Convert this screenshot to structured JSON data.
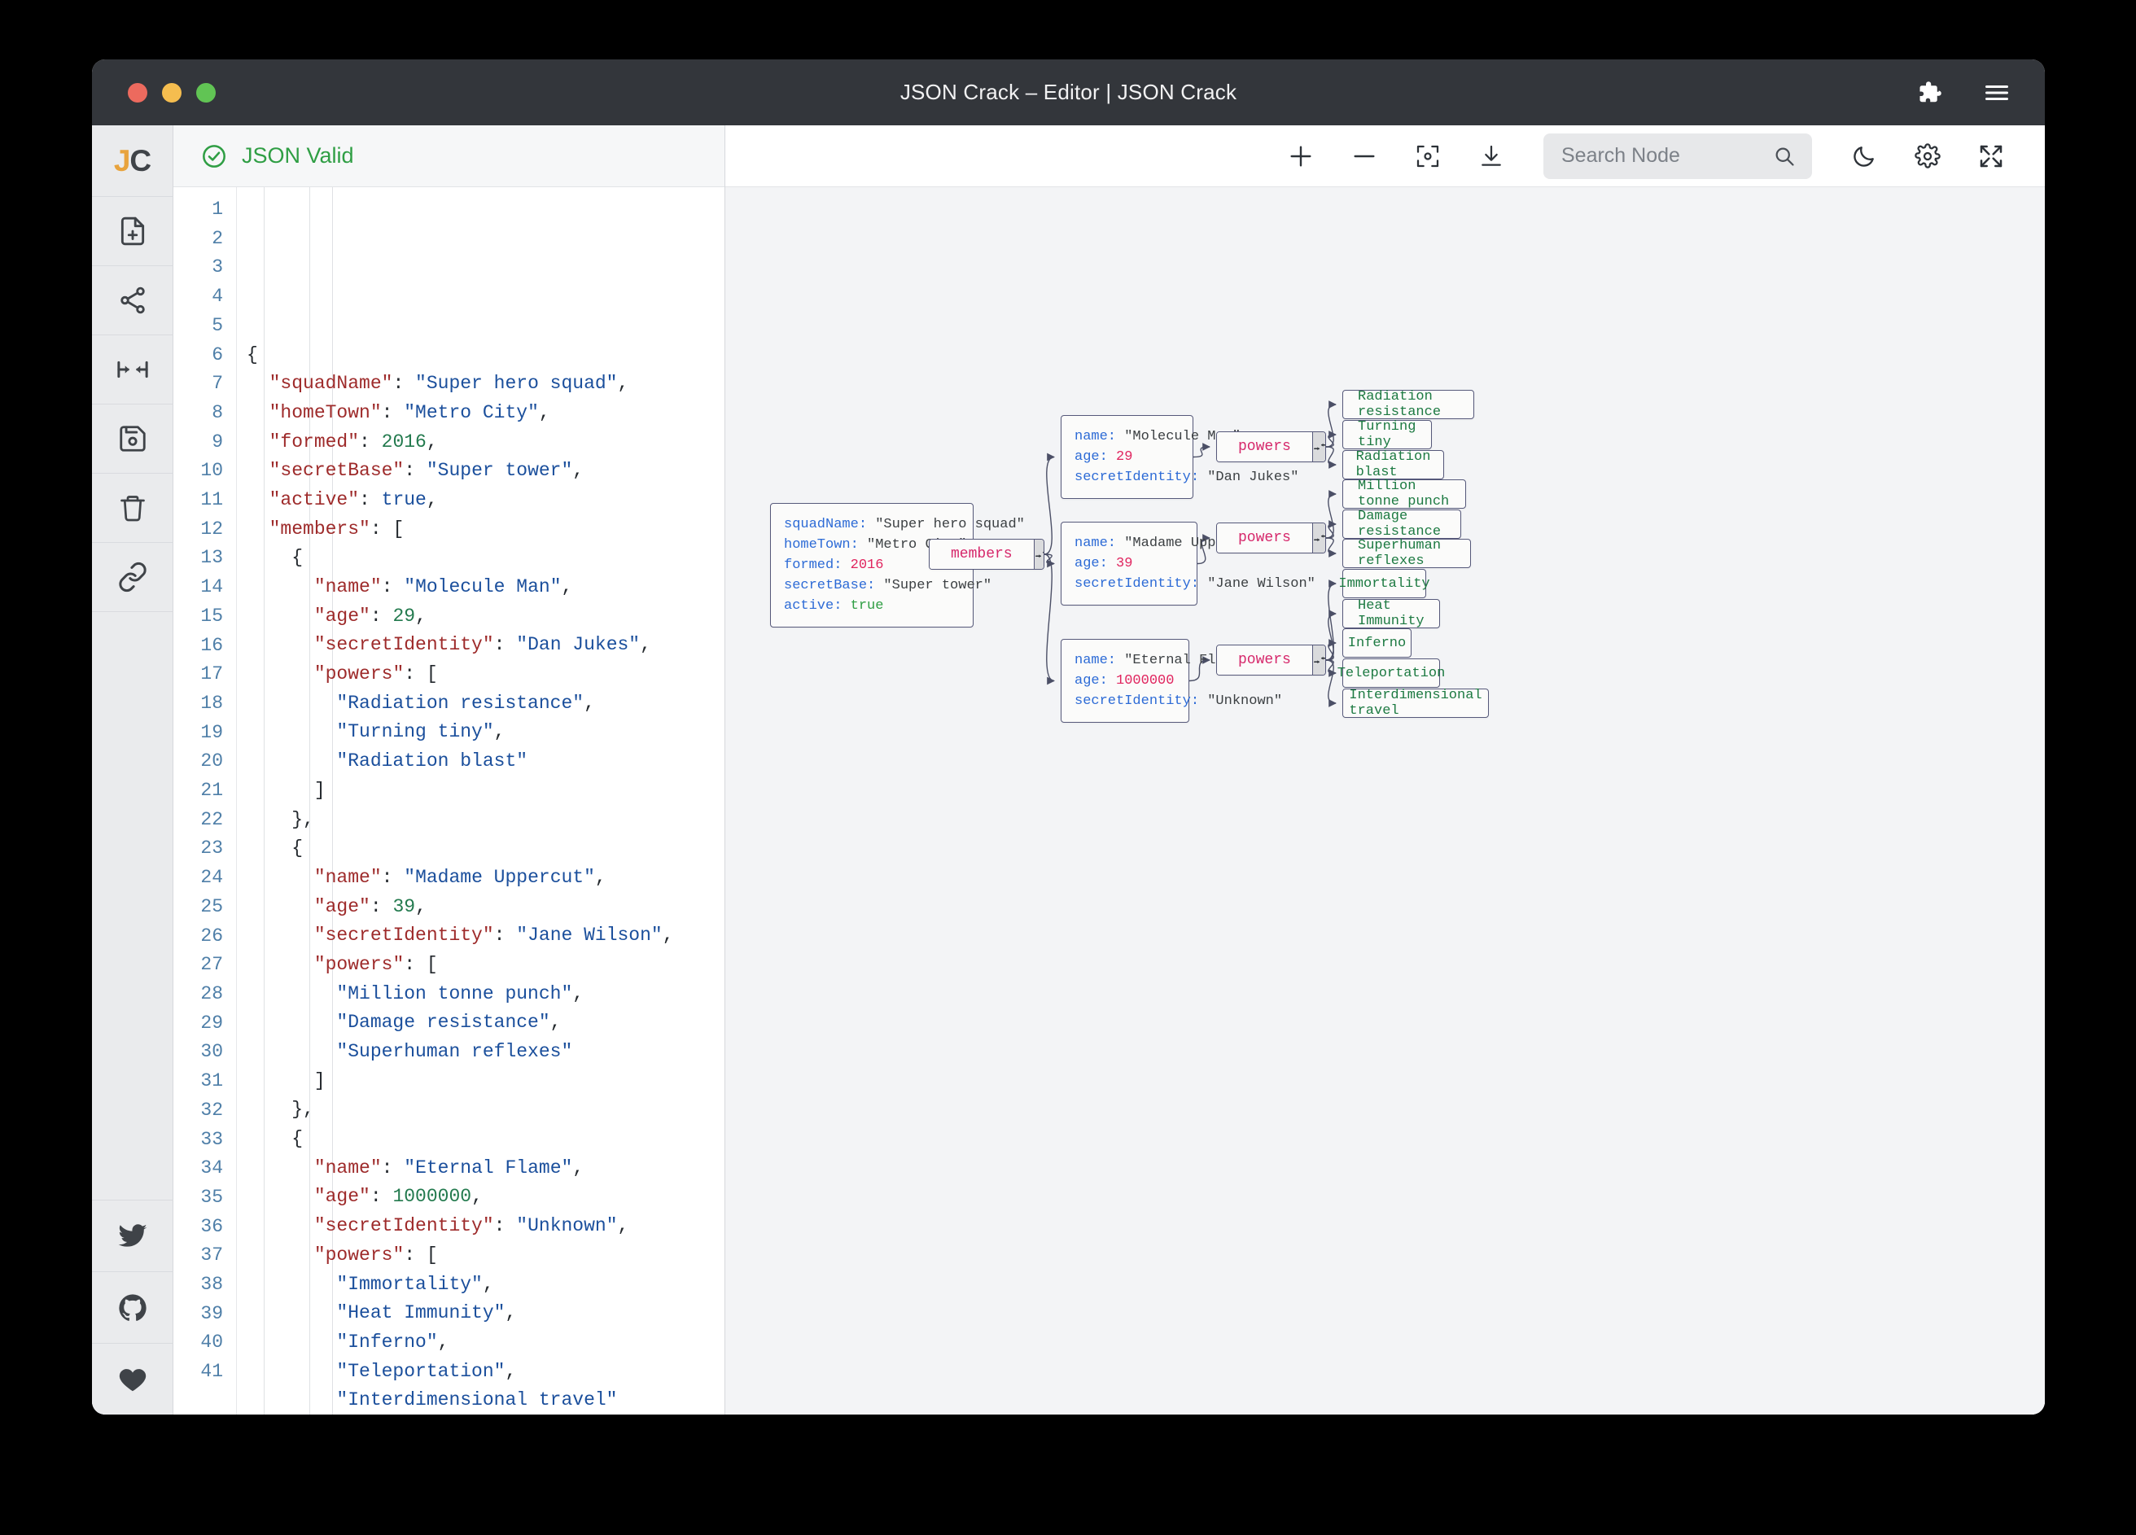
{
  "window": {
    "title": "JSON Crack – Editor | JSON Crack",
    "traffic_lights": [
      "close-button",
      "minimize-button",
      "maximize-button"
    ],
    "right_icons": [
      "puzzle-icon",
      "hamburger-menu-icon"
    ]
  },
  "rail": {
    "logo_j": "J",
    "logo_c": "C",
    "items": [
      {
        "name": "new-document-icon",
        "label": "New Document"
      },
      {
        "name": "share-graph-icon",
        "label": "Share"
      },
      {
        "name": "collapse-expand-icon",
        "label": "Collapse"
      },
      {
        "name": "save-icon",
        "label": "Save"
      },
      {
        "name": "delete-icon",
        "label": "Delete"
      },
      {
        "name": "link-icon",
        "label": "Link"
      }
    ],
    "social": [
      {
        "name": "twitter-icon",
        "label": "Twitter"
      },
      {
        "name": "github-icon",
        "label": "GitHub"
      },
      {
        "name": "heart-icon",
        "label": "Sponsor"
      }
    ]
  },
  "editor": {
    "status_text": "JSON Valid",
    "status_color": "#2f9e44",
    "line_count": 41,
    "lines": [
      [
        {
          "t": "{",
          "c": "p"
        }
      ],
      [
        {
          "t": "  ",
          "c": "p"
        },
        {
          "t": "\"squadName\"",
          "c": "k"
        },
        {
          "t": ": ",
          "c": "p"
        },
        {
          "t": "\"Super hero squad\"",
          "c": "s"
        },
        {
          "t": ",",
          "c": "p"
        }
      ],
      [
        {
          "t": "  ",
          "c": "p"
        },
        {
          "t": "\"homeTown\"",
          "c": "k"
        },
        {
          "t": ": ",
          "c": "p"
        },
        {
          "t": "\"Metro City\"",
          "c": "s"
        },
        {
          "t": ",",
          "c": "p"
        }
      ],
      [
        {
          "t": "  ",
          "c": "p"
        },
        {
          "t": "\"formed\"",
          "c": "k"
        },
        {
          "t": ": ",
          "c": "p"
        },
        {
          "t": "2016",
          "c": "n"
        },
        {
          "t": ",",
          "c": "p"
        }
      ],
      [
        {
          "t": "  ",
          "c": "p"
        },
        {
          "t": "\"secretBase\"",
          "c": "k"
        },
        {
          "t": ": ",
          "c": "p"
        },
        {
          "t": "\"Super tower\"",
          "c": "s"
        },
        {
          "t": ",",
          "c": "p"
        }
      ],
      [
        {
          "t": "  ",
          "c": "p"
        },
        {
          "t": "\"active\"",
          "c": "k"
        },
        {
          "t": ": ",
          "c": "p"
        },
        {
          "t": "true",
          "c": "b"
        },
        {
          "t": ",",
          "c": "p"
        }
      ],
      [
        {
          "t": "  ",
          "c": "p"
        },
        {
          "t": "\"members\"",
          "c": "k"
        },
        {
          "t": ": [",
          "c": "p"
        }
      ],
      [
        {
          "t": "    {",
          "c": "p"
        }
      ],
      [
        {
          "t": "      ",
          "c": "p"
        },
        {
          "t": "\"name\"",
          "c": "k"
        },
        {
          "t": ": ",
          "c": "p"
        },
        {
          "t": "\"Molecule Man\"",
          "c": "s"
        },
        {
          "t": ",",
          "c": "p"
        }
      ],
      [
        {
          "t": "      ",
          "c": "p"
        },
        {
          "t": "\"age\"",
          "c": "k"
        },
        {
          "t": ": ",
          "c": "p"
        },
        {
          "t": "29",
          "c": "n"
        },
        {
          "t": ",",
          "c": "p"
        }
      ],
      [
        {
          "t": "      ",
          "c": "p"
        },
        {
          "t": "\"secretIdentity\"",
          "c": "k"
        },
        {
          "t": ": ",
          "c": "p"
        },
        {
          "t": "\"Dan Jukes\"",
          "c": "s"
        },
        {
          "t": ",",
          "c": "p"
        }
      ],
      [
        {
          "t": "      ",
          "c": "p"
        },
        {
          "t": "\"powers\"",
          "c": "k"
        },
        {
          "t": ": [",
          "c": "p"
        }
      ],
      [
        {
          "t": "        ",
          "c": "p"
        },
        {
          "t": "\"Radiation resistance\"",
          "c": "s"
        },
        {
          "t": ",",
          "c": "p"
        }
      ],
      [
        {
          "t": "        ",
          "c": "p"
        },
        {
          "t": "\"Turning tiny\"",
          "c": "s"
        },
        {
          "t": ",",
          "c": "p"
        }
      ],
      [
        {
          "t": "        ",
          "c": "p"
        },
        {
          "t": "\"Radiation blast\"",
          "c": "s"
        }
      ],
      [
        {
          "t": "      ]",
          "c": "p"
        }
      ],
      [
        {
          "t": "    },",
          "c": "p"
        }
      ],
      [
        {
          "t": "    {",
          "c": "p"
        }
      ],
      [
        {
          "t": "      ",
          "c": "p"
        },
        {
          "t": "\"name\"",
          "c": "k"
        },
        {
          "t": ": ",
          "c": "p"
        },
        {
          "t": "\"Madame Uppercut\"",
          "c": "s"
        },
        {
          "t": ",",
          "c": "p"
        }
      ],
      [
        {
          "t": "      ",
          "c": "p"
        },
        {
          "t": "\"age\"",
          "c": "k"
        },
        {
          "t": ": ",
          "c": "p"
        },
        {
          "t": "39",
          "c": "n"
        },
        {
          "t": ",",
          "c": "p"
        }
      ],
      [
        {
          "t": "      ",
          "c": "p"
        },
        {
          "t": "\"secretIdentity\"",
          "c": "k"
        },
        {
          "t": ": ",
          "c": "p"
        },
        {
          "t": "\"Jane Wilson\"",
          "c": "s"
        },
        {
          "t": ",",
          "c": "p"
        }
      ],
      [
        {
          "t": "      ",
          "c": "p"
        },
        {
          "t": "\"powers\"",
          "c": "k"
        },
        {
          "t": ": [",
          "c": "p"
        }
      ],
      [
        {
          "t": "        ",
          "c": "p"
        },
        {
          "t": "\"Million tonne punch\"",
          "c": "s"
        },
        {
          "t": ",",
          "c": "p"
        }
      ],
      [
        {
          "t": "        ",
          "c": "p"
        },
        {
          "t": "\"Damage resistance\"",
          "c": "s"
        },
        {
          "t": ",",
          "c": "p"
        }
      ],
      [
        {
          "t": "        ",
          "c": "p"
        },
        {
          "t": "\"Superhuman reflexes\"",
          "c": "s"
        }
      ],
      [
        {
          "t": "      ]",
          "c": "p"
        }
      ],
      [
        {
          "t": "    },",
          "c": "p"
        }
      ],
      [
        {
          "t": "    {",
          "c": "p"
        }
      ],
      [
        {
          "t": "      ",
          "c": "p"
        },
        {
          "t": "\"name\"",
          "c": "k"
        },
        {
          "t": ": ",
          "c": "p"
        },
        {
          "t": "\"Eternal Flame\"",
          "c": "s"
        },
        {
          "t": ",",
          "c": "p"
        }
      ],
      [
        {
          "t": "      ",
          "c": "p"
        },
        {
          "t": "\"age\"",
          "c": "k"
        },
        {
          "t": ": ",
          "c": "p"
        },
        {
          "t": "1000000",
          "c": "n"
        },
        {
          "t": ",",
          "c": "p"
        }
      ],
      [
        {
          "t": "      ",
          "c": "p"
        },
        {
          "t": "\"secretIdentity\"",
          "c": "k"
        },
        {
          "t": ": ",
          "c": "p"
        },
        {
          "t": "\"Unknown\"",
          "c": "s"
        },
        {
          "t": ",",
          "c": "p"
        }
      ],
      [
        {
          "t": "      ",
          "c": "p"
        },
        {
          "t": "\"powers\"",
          "c": "k"
        },
        {
          "t": ": [",
          "c": "p"
        }
      ],
      [
        {
          "t": "        ",
          "c": "p"
        },
        {
          "t": "\"Immortality\"",
          "c": "s"
        },
        {
          "t": ",",
          "c": "p"
        }
      ],
      [
        {
          "t": "        ",
          "c": "p"
        },
        {
          "t": "\"Heat Immunity\"",
          "c": "s"
        },
        {
          "t": ",",
          "c": "p"
        }
      ],
      [
        {
          "t": "        ",
          "c": "p"
        },
        {
          "t": "\"Inferno\"",
          "c": "s"
        },
        {
          "t": ",",
          "c": "p"
        }
      ],
      [
        {
          "t": "        ",
          "c": "p"
        },
        {
          "t": "\"Teleportation\"",
          "c": "s"
        },
        {
          "t": ",",
          "c": "p"
        }
      ],
      [
        {
          "t": "        ",
          "c": "p"
        },
        {
          "t": "\"Interdimensional travel\"",
          "c": "s"
        }
      ],
      [
        {
          "t": "      ]",
          "c": "p"
        }
      ],
      [
        {
          "t": "    }",
          "c": "p"
        }
      ],
      [
        {
          "t": "  ]",
          "c": "p"
        }
      ],
      [
        {
          "t": "}",
          "c": "p"
        }
      ]
    ]
  },
  "graph_toolbar": {
    "zoom_in": "zoom-in-icon",
    "zoom_out": "zoom-out-icon",
    "center": "center-view-icon",
    "download": "download-icon",
    "search_placeholder": "Search Node",
    "search_value": "",
    "theme_toggle": "moon-icon",
    "settings": "gear-icon",
    "fullscreen": "fullscreen-icon"
  },
  "graph": {
    "root": {
      "rows": [
        {
          "key": "squadName",
          "value": "\"Super hero squad\"",
          "type": "str"
        },
        {
          "key": "homeTown",
          "value": "\"Metro City\"",
          "type": "str"
        },
        {
          "key": "formed",
          "value": "2016",
          "type": "num"
        },
        {
          "key": "secretBase",
          "value": "\"Super tower\"",
          "type": "str"
        },
        {
          "key": "active",
          "value": "true",
          "type": "bool"
        }
      ]
    },
    "members_label": "members",
    "powers_label": "powers",
    "members": [
      {
        "rows": [
          {
            "key": "name",
            "value": "\"Molecule Man\"",
            "type": "str"
          },
          {
            "key": "age",
            "value": "29",
            "type": "num"
          },
          {
            "key": "secretIdentity",
            "value": "\"Dan Jukes\"",
            "type": "str"
          }
        ],
        "powers": [
          "Radiation resistance",
          "Turning tiny",
          "Radiation blast"
        ]
      },
      {
        "rows": [
          {
            "key": "name",
            "value": "\"Madame Uppercut\"",
            "type": "str"
          },
          {
            "key": "age",
            "value": "39",
            "type": "num"
          },
          {
            "key": "secretIdentity",
            "value": "\"Jane Wilson\"",
            "type": "str"
          }
        ],
        "powers": [
          "Million tonne punch",
          "Damage resistance",
          "Superhuman reflexes"
        ]
      },
      {
        "rows": [
          {
            "key": "name",
            "value": "\"Eternal Flame\"",
            "type": "str"
          },
          {
            "key": "age",
            "value": "1000000",
            "type": "num"
          },
          {
            "key": "secretIdentity",
            "value": "\"Unknown\"",
            "type": "str"
          }
        ],
        "powers": [
          "Immortality",
          "Heat Immunity",
          "Inferno",
          "Teleportation",
          "Interdimensional travel"
        ]
      }
    ]
  },
  "colors": {
    "valid_green": "#2f9e44",
    "node_key_blue": "#2d6bd6",
    "node_num_pink": "#e0245e",
    "node_bool_green": "#2f9e44",
    "leaf_green": "#1d7a42",
    "parent_pink": "#d6286b",
    "titlebar": "#33363b",
    "canvas_bg": "#f3f4f6"
  }
}
